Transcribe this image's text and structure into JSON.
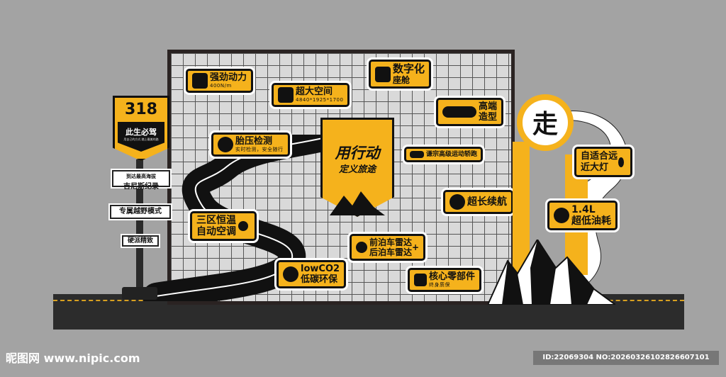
{
  "sign": {
    "number": "318",
    "title": "此生必驾",
    "tiny": "用自己的方式 踏上最美的路",
    "plate1_line1": "到达最高海拔",
    "plate1_line2": "吉尼斯纪录",
    "plate2": "专属越野模式",
    "plate3": "硬派精致"
  },
  "banner": {
    "line1": "用行动",
    "line2": "定义旅途"
  },
  "circle": {
    "char": "走"
  },
  "stickers": {
    "power": {
      "title": "强劲动力",
      "sub": "400N/m"
    },
    "space": {
      "title": "超大空间",
      "sub": "4840*1925*1700"
    },
    "digital": {
      "title_a": "数字化",
      "title_b": "座舱"
    },
    "styling": {
      "title_a": "高端",
      "title_b": "造型"
    },
    "tire": {
      "title": "胎压检测",
      "sub": "实时检测，安全随行"
    },
    "sport": {
      "title": "谦宗高级运动轿跑"
    },
    "climate": {
      "title_a": "三区恒温",
      "title_b": "自动空调"
    },
    "range": {
      "title": "超长续航"
    },
    "radar": {
      "title_a": "前泊车雷达",
      "title_b": "后泊车雷达",
      "plus": "+"
    },
    "eco": {
      "title_a": "lowCO2",
      "title_b": "低碳环保"
    },
    "parts": {
      "title": "核心零部件",
      "sub": "终身质保"
    },
    "lights": {
      "title": "自适合远近大灯"
    },
    "fuel": {
      "title_a": "1.4L",
      "title_b": "超低油耗"
    }
  },
  "watermark": {
    "left": "昵图网 www.nipic.com",
    "id": "ID:22069304 NO:20260326102826607101"
  }
}
